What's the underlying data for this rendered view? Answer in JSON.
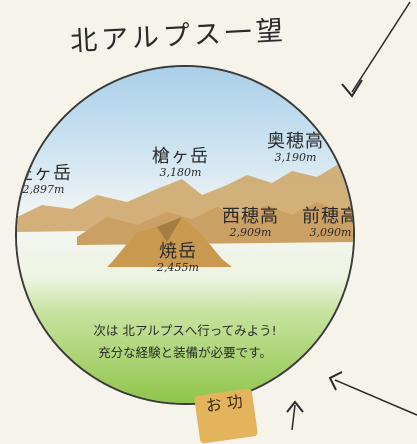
{
  "title": "北アルプス一望",
  "peaks": [
    {
      "name": "笠ヶ岳",
      "elevation": "2,897m"
    },
    {
      "name": "槍ヶ岳",
      "elevation": "3,180m"
    },
    {
      "name": "奥穂高",
      "elevation": "3,190m"
    },
    {
      "name": "西穂高",
      "elevation": "2,909m"
    },
    {
      "name": "前穂高",
      "elevation": "3,090m"
    },
    {
      "name": "焼岳",
      "elevation": "2,455m"
    }
  ],
  "message": {
    "line1": "次は 北アルプスへ行ってみよう!",
    "line2": "充分な経験と装備が必要です。"
  },
  "tag_text": "お 功",
  "colors": {
    "sky": "#a9cfe8",
    "mountain": "#cfa86c",
    "grass": "#9fcf58"
  }
}
